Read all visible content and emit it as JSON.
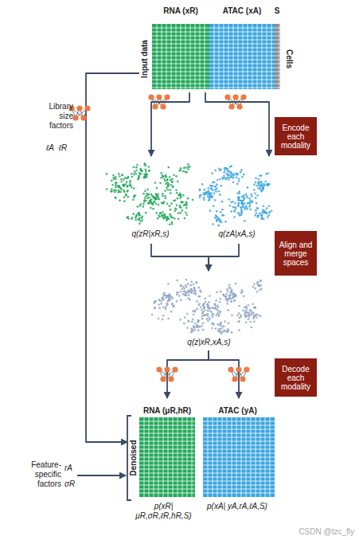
{
  "diagram": {
    "nodes": [
      {
        "text": [
          "RNA (xR)",
          "ATAC (xA)",
          "S",
          "Input data",
          "Cells"
        ]
      },
      {
        "text": [
          "Encode each modality"
        ]
      },
      {
        "text": [
          "q(zR|xR,s)"
        ]
      },
      {
        "text": [
          "q(zA|xA,s)"
        ]
      },
      {
        "text": [
          "Align and merge spaces"
        ]
      },
      {
        "text": [
          "q(z|xR,xA,s)"
        ]
      },
      {
        "text": [
          "Decode each modality"
        ]
      },
      {
        "text": [
          "RNA (μR,hR)",
          "p(xR| μR,σR,ℓR,hR,S)"
        ]
      },
      {
        "text": [
          "ATAC (yA)",
          "p(xA| yA,rA,ℓA,S)"
        ]
      }
    ],
    "edges": [
      {
        "from": 0,
        "to": 2,
        "arrow": "to"
      },
      {
        "from": 0,
        "to": 3,
        "arrow": "to"
      },
      {
        "from": 2,
        "to": 5,
        "arrow": "to"
      },
      {
        "from": 3,
        "to": 5,
        "arrow": "to"
      },
      {
        "from": 5,
        "to": 7,
        "arrow": "to"
      },
      {
        "from": 5,
        "to": 8,
        "arrow": "to"
      },
      {
        "from": 0,
        "to": 7,
        "arrow": "to"
      }
    ],
    "labels": [
      "Library size factors",
      "ℓA",
      "ℓR",
      "Denoised",
      "Feature-specific factors",
      "rA",
      "σR",
      "CSDN @tzc_fly"
    ]
  }
}
